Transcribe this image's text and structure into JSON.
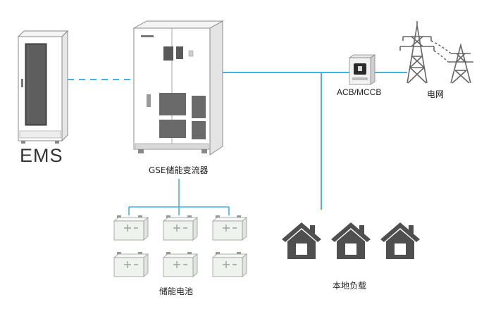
{
  "labels": {
    "ems": "EMS",
    "gse": "GSE储能变流器",
    "acb": "ACB/MCCB",
    "grid": "电网",
    "battery": "储能电池",
    "load": "本地负载"
  },
  "colors": {
    "connection_line": "#45b1e0",
    "equipment_outline": "#9a9a9a",
    "house": "#4f4f4f",
    "battery_fill": "#eef3ee",
    "tower": "#666666"
  },
  "icons": {
    "ems": "server-cabinet-icon",
    "gse": "power-converter-cabinet-icon",
    "breaker": "circuit-breaker-icon",
    "grid": "transmission-tower-icon",
    "battery": "battery-icon",
    "load": "house-icon"
  }
}
